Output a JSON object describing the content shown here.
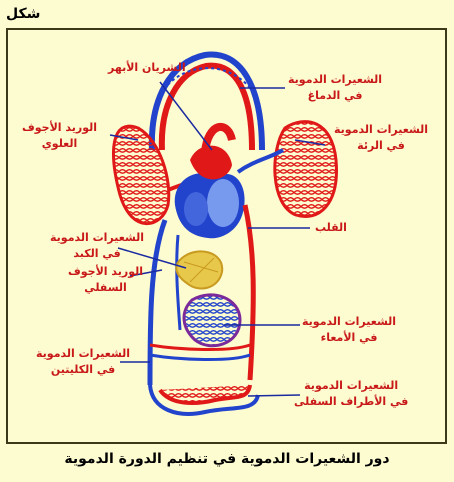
{
  "header": {
    "label": "شكل"
  },
  "caption": "دور الشعيرات الدموية في تنظيم الدورة الدموية",
  "labels": {
    "aorta": "الشريان الأبهر",
    "brain_capillaries_1": "الشعيرات الدموية",
    "brain_capillaries_2": "في الدماغ",
    "superior_vena_cava_1": "الوريد الأجوف",
    "superior_vena_cava_2": "العلوي",
    "lung_capillaries_1": "الشعيرات الدموية",
    "lung_capillaries_2": "في الرئة",
    "heart": "القلب",
    "liver_capillaries_1": "الشعيرات الدموية",
    "liver_capillaries_2": "في الكبد",
    "inferior_vena_cava_1": "الوريد الأجوف",
    "inferior_vena_cava_2": "السفلي",
    "intestine_capillaries_1": "الشعيرات الدموية",
    "intestine_capillaries_2": "في الأمعاء",
    "kidney_capillaries_1": "الشعيرات الدموية",
    "kidney_capillaries_2": "في الكليتين",
    "limb_capillaries_1": "الشعيرات الدموية",
    "limb_capillaries_2": "في الأطراف السفلى"
  },
  "colors": {
    "artery": "#e01818",
    "vein": "#2244cc",
    "liver": "#e8c84a",
    "background": "#fdfbd0",
    "label": "#c81818"
  }
}
